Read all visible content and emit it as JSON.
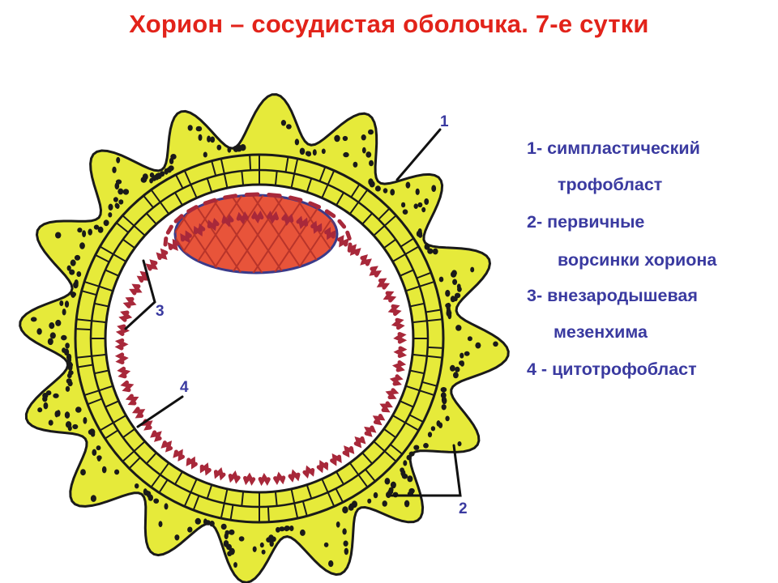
{
  "title": "Хорион – сосудистая оболочка. 7-е сутки",
  "callouts": [
    "1",
    "2",
    "3",
    "4"
  ],
  "legend": [
    "1- симпластический",
    "трофобласт",
    "2- первичные",
    "ворсинки хориона",
    "3- внезародышевая",
    "мезенхима",
    "4 - цитотрофобласт"
  ],
  "colors": {
    "title": "#e2231a",
    "text": "#3a3aa0",
    "villi_fill": "#e6ea3a",
    "outline": "#1a1a1a",
    "embryo": "#e8543a",
    "mesenchyme": "#a8283a"
  }
}
